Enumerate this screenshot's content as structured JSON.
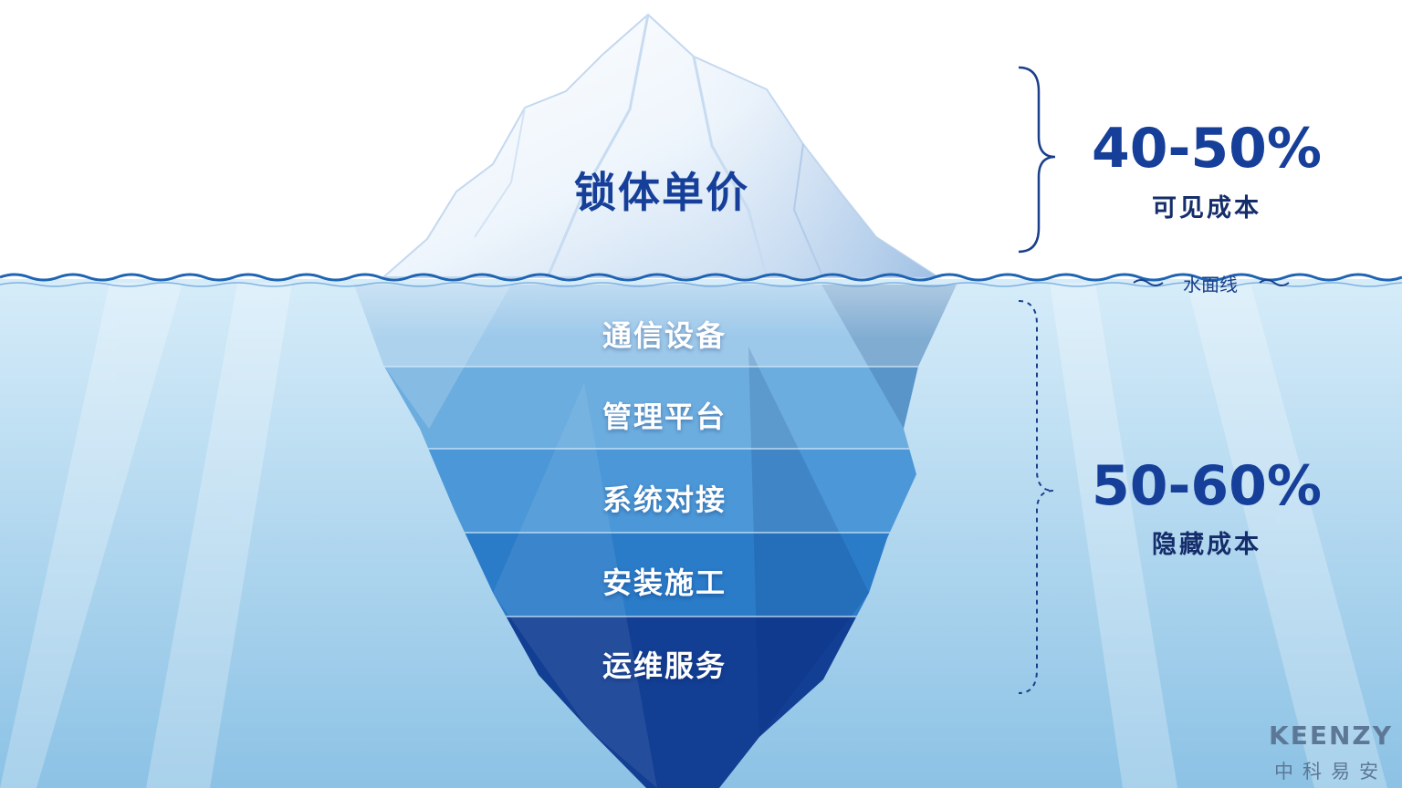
{
  "visible": {
    "label": "锁体单价",
    "percent": "40-50%",
    "caption": "可见成本"
  },
  "waterline_label": "水面线",
  "hidden": {
    "layers": [
      "通信设备",
      "管理平台",
      "系统对接",
      "安装施工",
      "运维服务"
    ],
    "percent": "50-60%",
    "caption": "隐藏成本"
  },
  "brand": {
    "name": "KEENZY",
    "cn": "中科易安"
  },
  "colors": {
    "accent": "#163f9a",
    "water_top": "#d3eaf8",
    "water_bottom": "#8fc4e6",
    "layer_1": "#6caddf",
    "layer_2": "#4b97d7",
    "layer_3": "#2a7bc8",
    "layer_4": "#1b5eb4",
    "layer_5": "#123e93"
  }
}
